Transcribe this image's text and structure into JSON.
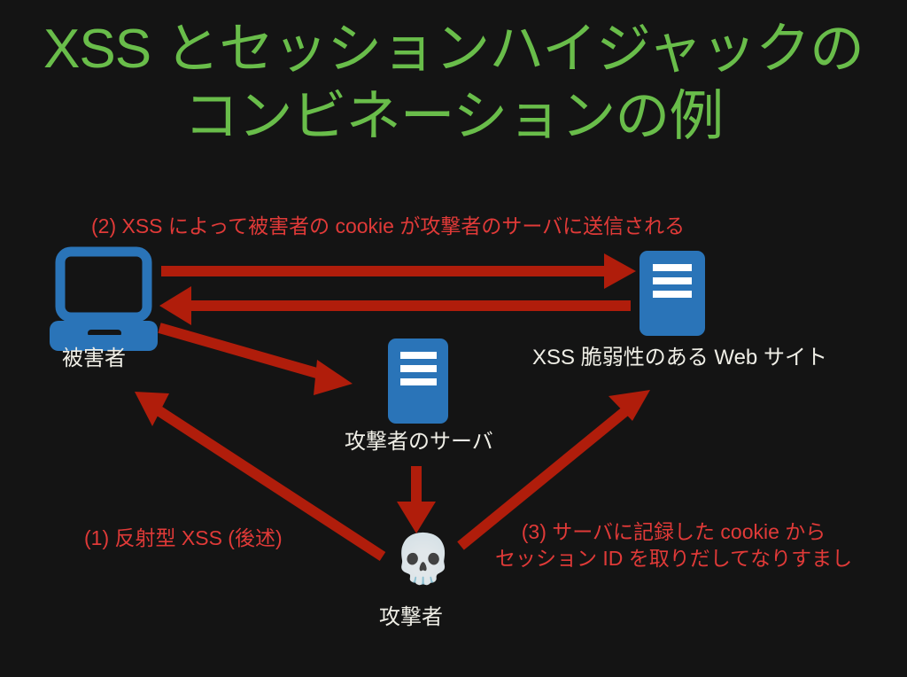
{
  "slide": {
    "background_color": "#141414",
    "title_color": "#69bd4a",
    "caption_color": "#e03a38",
    "label_color": "#efeee6",
    "arrow_color": "#b01d0b",
    "icon_color": "#2a74b8",
    "title": {
      "line1": "XSS とセッションハイジャックの",
      "line2": "コンビネーションの例"
    },
    "captions": {
      "step2": "(2) XSS によって被害者の cookie が攻撃者のサーバに送信される",
      "step1": "(1) 反射型 XSS (後述)",
      "step3_line1": "(3) サーバに記録した cookie から",
      "step3_line2": "セッション ID を取りだしてなりすまし"
    },
    "nodes": {
      "victim": {
        "label": "被害者",
        "icon": "desktop-computer-icon"
      },
      "website": {
        "label": "XSS 脆弱性のある Web サイト",
        "icon": "server-icon"
      },
      "attacker_server": {
        "label": "攻撃者のサーバ",
        "icon": "server-icon"
      },
      "attacker": {
        "label": "攻撃者",
        "icon": "skull-icon",
        "glyph": "💀"
      }
    },
    "arrows": [
      {
        "name": "victim-to-website",
        "direction": "right"
      },
      {
        "name": "website-to-victim",
        "direction": "left"
      },
      {
        "name": "victim-to-attacker-server",
        "direction": "down-right"
      },
      {
        "name": "attacker-to-victim",
        "direction": "up-left"
      },
      {
        "name": "attacker-to-website",
        "direction": "up-right"
      },
      {
        "name": "attacker-server-to-attacker",
        "direction": "down"
      }
    ]
  }
}
